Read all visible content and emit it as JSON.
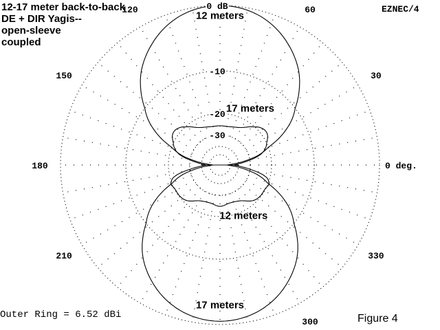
{
  "chart_data": {
    "type": "polar",
    "title_lines": [
      "12-17  meter back-to-back",
      "DE + DIR Yagis--",
      "open-sleeve",
      "coupled"
    ],
    "program_label": "EZNEC/4",
    "figure_label": "Figure 4",
    "outer_ring_label": "Outer Ring = 6.52 dBi",
    "ring_labels": [
      {
        "db": 0,
        "text": "0 dB"
      },
      {
        "db": -10,
        "text": "-10"
      },
      {
        "db": -20,
        "text": "-20"
      },
      {
        "db": -30,
        "text": "-30"
      }
    ],
    "angle_labels": [
      {
        "deg": 0,
        "text": "0 deg."
      },
      {
        "deg": 30,
        "text": "30"
      },
      {
        "deg": 60,
        "text": "60"
      },
      {
        "deg": 120,
        "text": "120"
      },
      {
        "deg": 150,
        "text": "150"
      },
      {
        "deg": 180,
        "text": "180"
      },
      {
        "deg": 210,
        "text": "210"
      },
      {
        "deg": 300,
        "text": "300"
      },
      {
        "deg": 330,
        "text": "330"
      }
    ],
    "spoke_step_deg": 10,
    "series_labels": [
      {
        "text": "12 meters",
        "deg": 90,
        "db": -1.5
      },
      {
        "text": "17 meters",
        "deg": 62,
        "db": -17
      },
      {
        "text": "12 meters",
        "deg": 295,
        "db": -19
      },
      {
        "text": "17 meters",
        "deg": 270,
        "db": -3
      }
    ],
    "series": [
      {
        "name": "12 meters forward",
        "angles": [
          0,
          15,
          30,
          45,
          60,
          75,
          90,
          105,
          120,
          135,
          150,
          165,
          180
        ],
        "db": [
          -45,
          -24.8,
          -13.4,
          -7.2,
          -3.3,
          -0.8,
          0,
          -0.8,
          -3.3,
          -7.2,
          -13.4,
          -24.8,
          -45
        ]
      },
      {
        "name": "17 meters rear",
        "angles": [
          0,
          15,
          30,
          45,
          60,
          75,
          90,
          105,
          120,
          135,
          150,
          165,
          180
        ],
        "db": [
          -40,
          -24.2,
          -19.2,
          -19.5,
          -23.9,
          -25.6,
          -25.8,
          -25.6,
          -23.9,
          -19.5,
          -19.2,
          -24.2,
          -40
        ]
      },
      {
        "name": "12 meters rear",
        "angles": [
          180,
          195,
          210,
          225,
          240,
          255,
          270,
          285,
          300,
          315,
          330,
          345,
          360
        ],
        "db": [
          -40,
          -21.6,
          -20.3,
          -21,
          -24.8,
          -25.8,
          -24.8,
          -25.8,
          -24.8,
          -21,
          -20.3,
          -21.6,
          -40
        ]
      },
      {
        "name": "17 meters forward",
        "angles": [
          180,
          195,
          210,
          225,
          240,
          255,
          270,
          285,
          300,
          315,
          330,
          345,
          360
        ],
        "db": [
          -45,
          -25.5,
          -14,
          -7.6,
          -3.7,
          -1.3,
          -0.5,
          -1.3,
          -3.7,
          -7.6,
          -14,
          -25.5,
          -45
        ]
      }
    ]
  }
}
